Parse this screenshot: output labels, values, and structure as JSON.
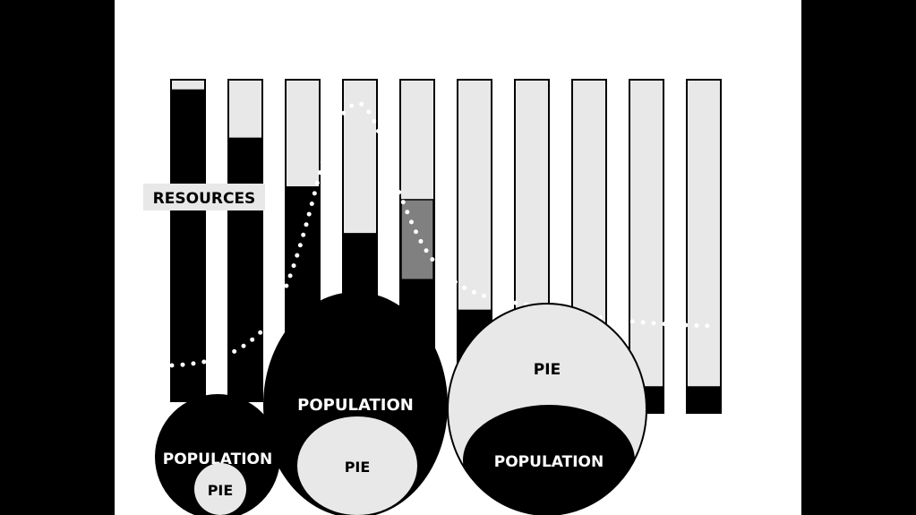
{
  "labels": {
    "resources": "RESOURCES",
    "population_small": "POPULATION",
    "pie_small": "PIE",
    "population_mid": "POPULATION",
    "pie_mid": "PIE",
    "pie_large": "PIE",
    "population_large": "POPULATION"
  },
  "bars": [
    {
      "black": 0.97,
      "gray": 0
    },
    {
      "black": 0.82,
      "gray": 0
    },
    {
      "black": 0.68,
      "gray": 0
    },
    {
      "black": 0.54,
      "gray": 0
    },
    {
      "black": 0.4,
      "gray": 0.24
    },
    {
      "black": 0.31,
      "gray": 0
    },
    {
      "black": 0.08,
      "gray": 0
    },
    {
      "black": 0.08,
      "gray": 0
    },
    {
      "black": 0.08,
      "gray": 0
    },
    {
      "black": 0.08,
      "gray": 0
    }
  ],
  "colors": {
    "black": "#000000",
    "light": "#e8e8e8",
    "mid": "#808080"
  }
}
